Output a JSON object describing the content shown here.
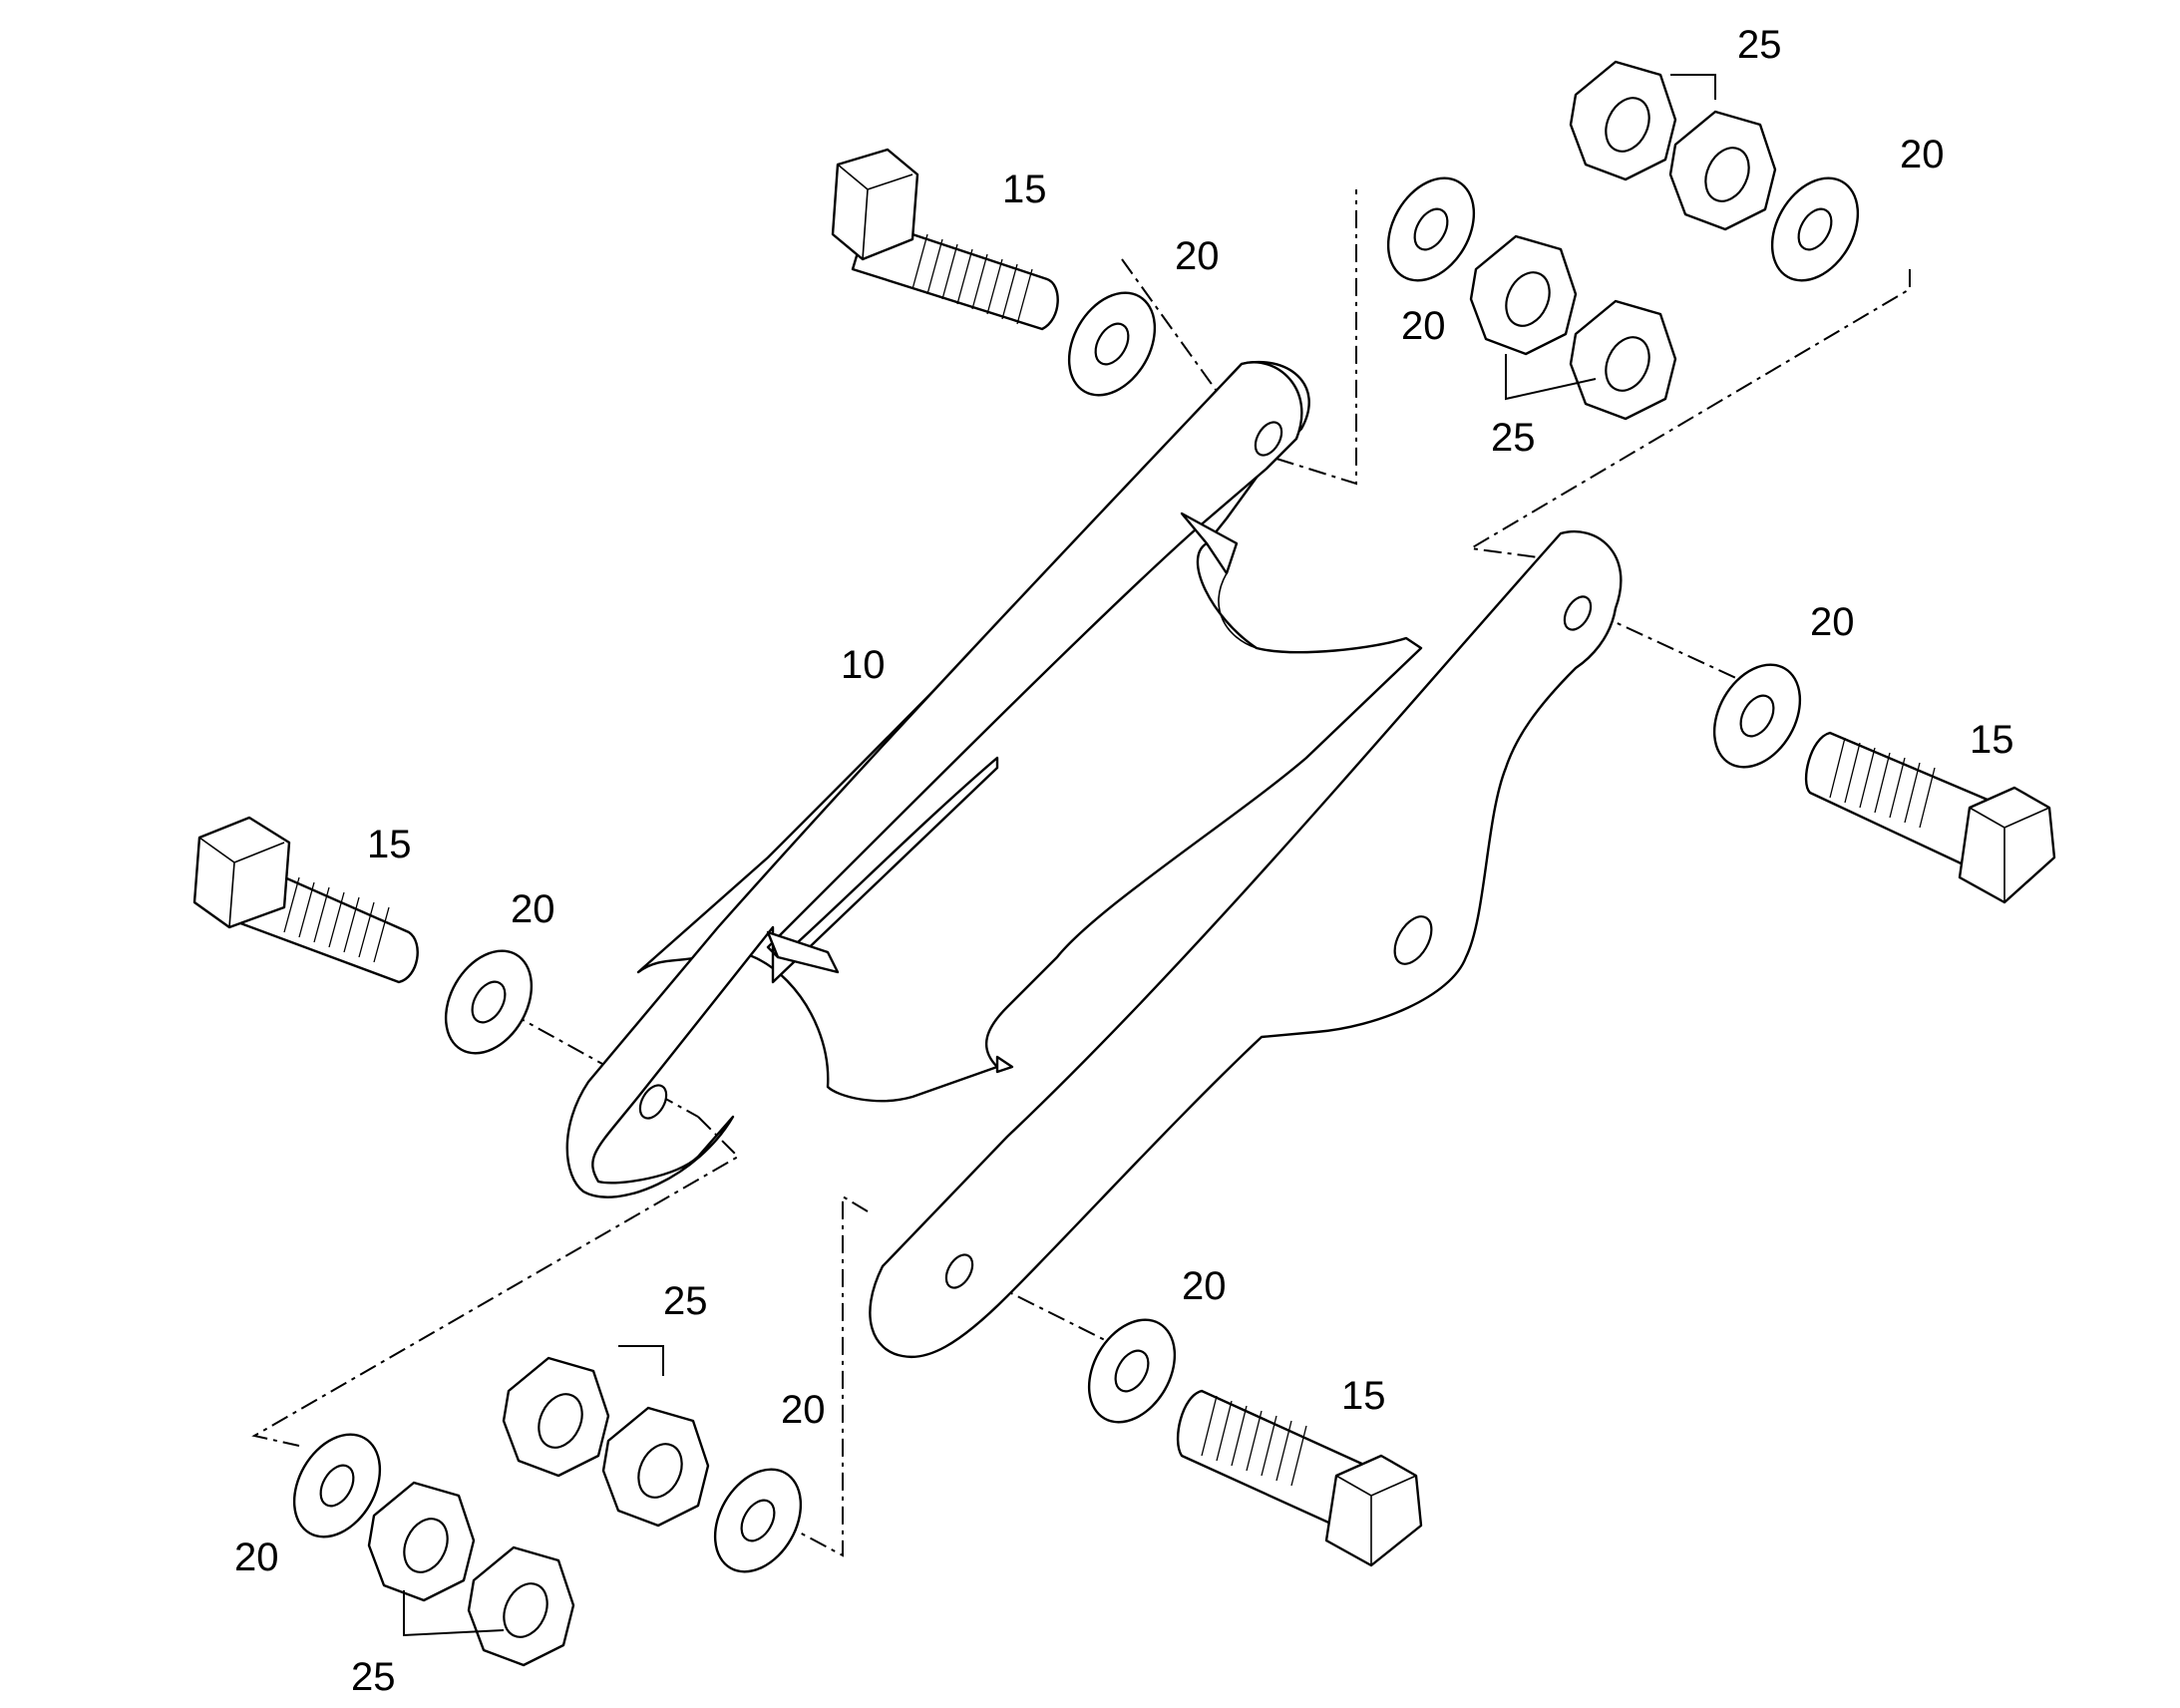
{
  "labels": {
    "bracket": "10",
    "bolt": "15",
    "washer": "20",
    "nut": "25"
  }
}
